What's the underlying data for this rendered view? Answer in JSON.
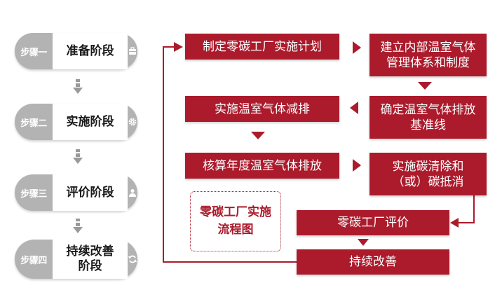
{
  "steps": [
    {
      "badge": "步骤一",
      "name": "准备阶段",
      "icon": "briefcase-icon"
    },
    {
      "badge": "步骤二",
      "name": "实施阶段",
      "icon": "gear-icon"
    },
    {
      "badge": "步骤三",
      "name": "评价阶段",
      "icon": "person-icon"
    },
    {
      "badge": "步骤四",
      "name": "持续改善阶段",
      "name_line1": "持续改善",
      "name_line2": "阶段",
      "icon": "refresh-icon"
    }
  ],
  "flow": {
    "box1": "制定零碳工厂实施计划",
    "box2_line1": "建立内部温室气体",
    "box2_line2": "管理体系和制度",
    "box3_line1": "确定温室气体排放",
    "box3_line2": "基准线",
    "box4": "实施温室气体减排",
    "box5": "核算年度温室气体排放",
    "box6_line1": "实施碳清除和",
    "box6_line2": "（或）碳抵消",
    "box7": "零碳工厂评价",
    "box8": "持续改善"
  },
  "title": {
    "line1": "零碳工厂实施",
    "line2": "流程图"
  },
  "colors": {
    "accent": "#ab1b2c",
    "step_gray": "#b3b3b3",
    "arrow_gray": "#9a9a9a"
  }
}
